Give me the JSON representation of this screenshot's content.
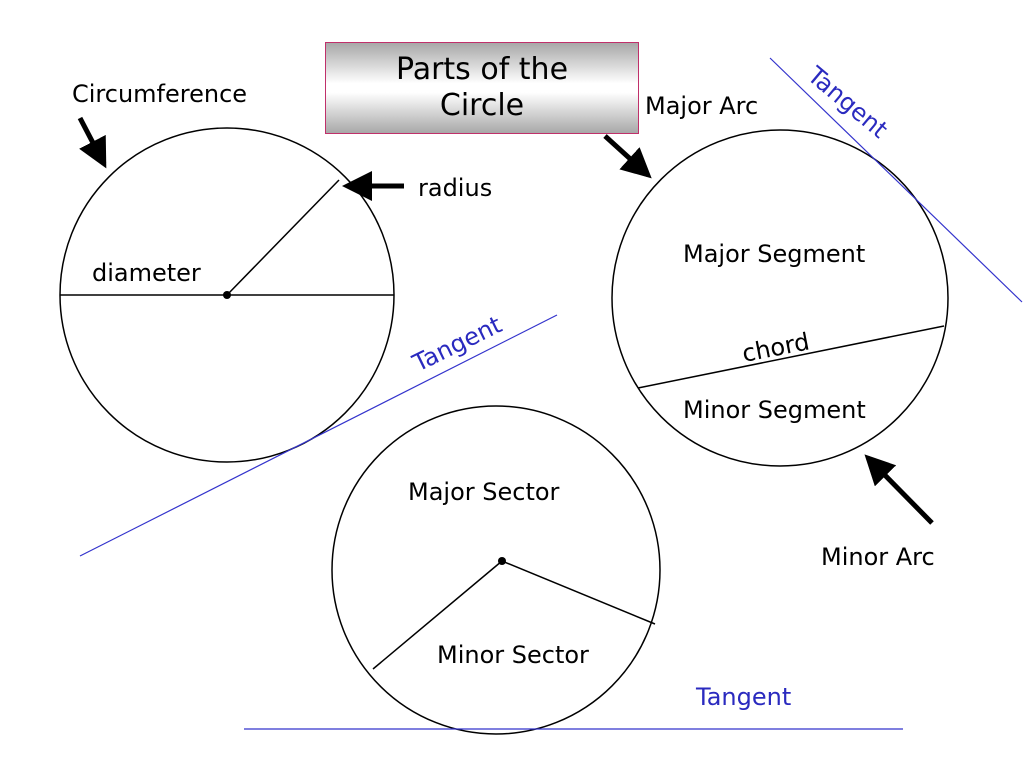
{
  "title": "Parts of the Circle",
  "colors": {
    "line": "#000000",
    "tangent": "#3333cc",
    "tangent_text": "#2a2abf",
    "title_border": "#c0306a"
  },
  "labels": {
    "circumference": "Circumference",
    "radius": "radius",
    "diameter": "diameter",
    "tangent_left": "Tangent",
    "major_arc": "Major Arc",
    "tangent_right": "Tangent",
    "major_segment": "Major Segment",
    "chord": "chord",
    "minor_segment": "Minor Segment",
    "minor_arc": "Minor Arc",
    "major_sector": "Major Sector",
    "minor_sector": "Minor Sector",
    "tangent_bottom": "Tangent"
  }
}
